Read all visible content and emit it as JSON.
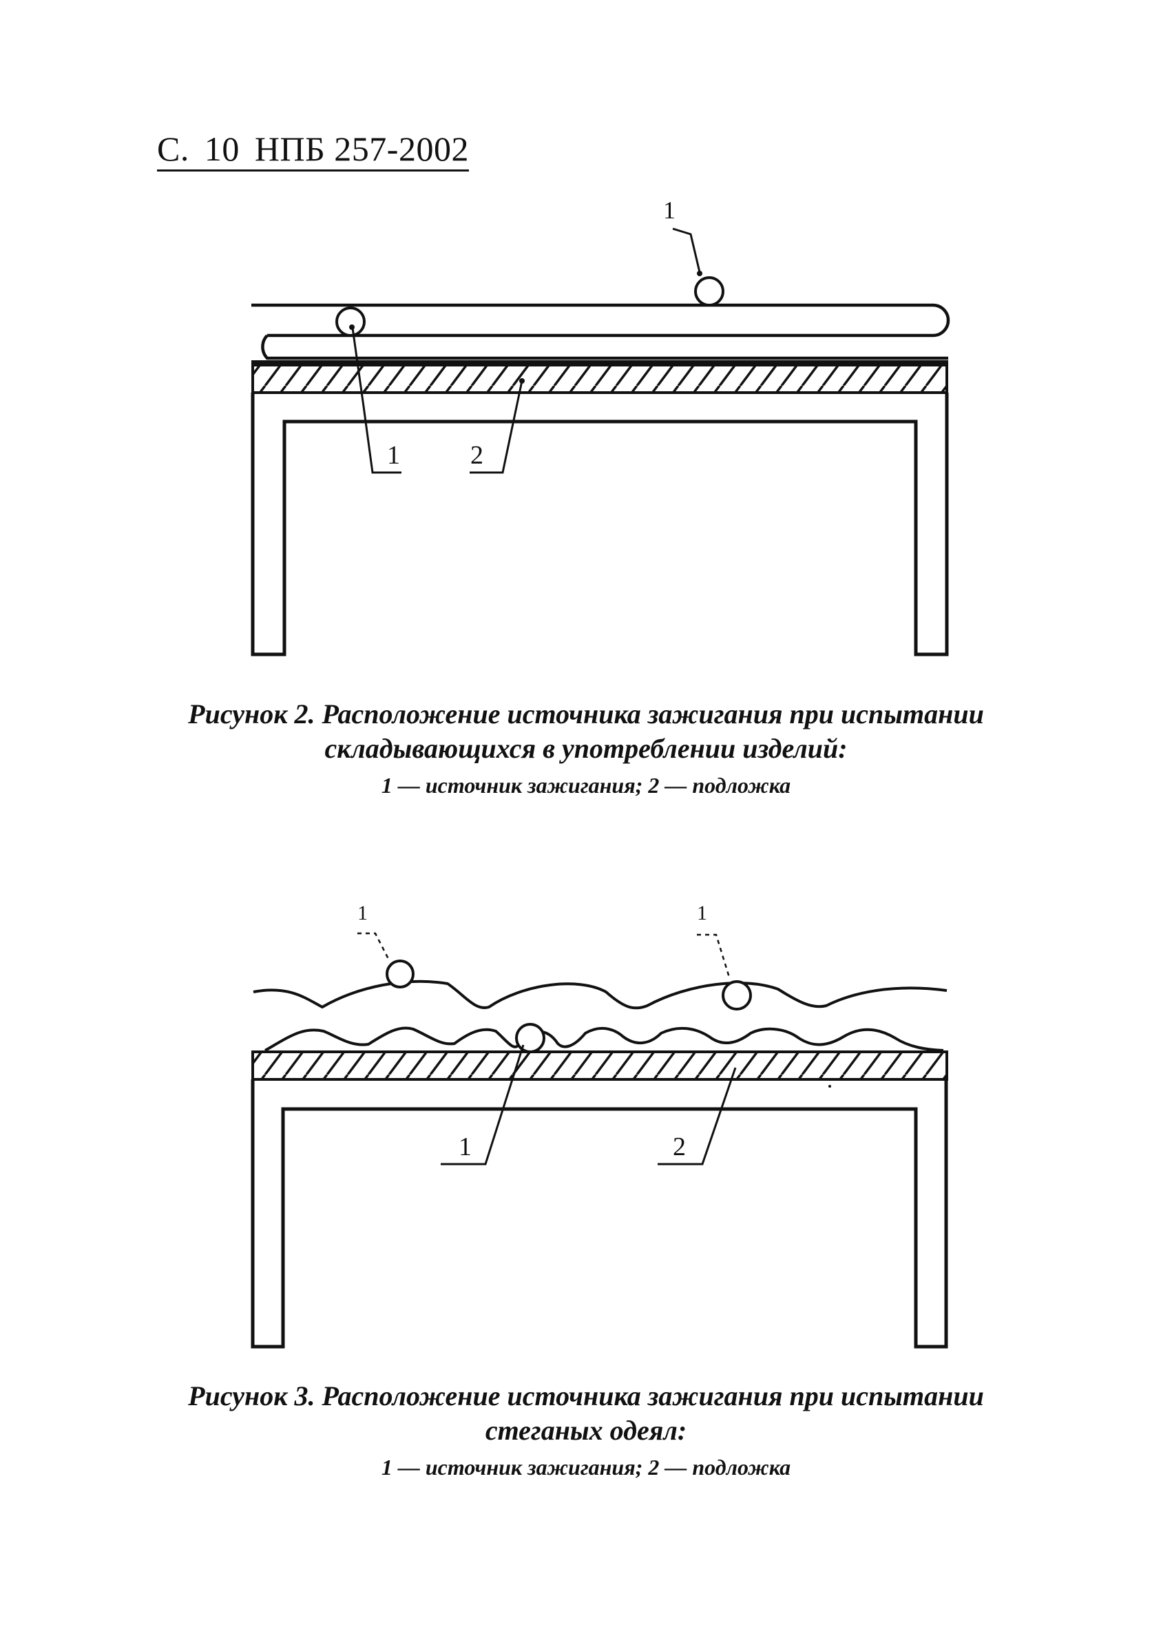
{
  "header": {
    "prefix": "С.",
    "page_number": "10",
    "doc_code": "НПБ 257-2002"
  },
  "figure2": {
    "callouts": {
      "top_source": "1",
      "lower_source": "1",
      "substrate": "2"
    },
    "caption_line1": "Рисунок 2. Расположение источника зажигания при испытании",
    "caption_line2": "складывающихся в употреблении изделий:",
    "legend": "1 — источник зажигания; 2 — подложка"
  },
  "figure3": {
    "callouts": {
      "left_source": "1",
      "right_source": "1",
      "middle_source": "1",
      "substrate": "2"
    },
    "caption_line1": "Рисунок 3. Расположение источника зажигания при испытании",
    "caption_line2": "стеганых одеял:",
    "legend": "1 — источник зажигания; 2 — подложка"
  }
}
